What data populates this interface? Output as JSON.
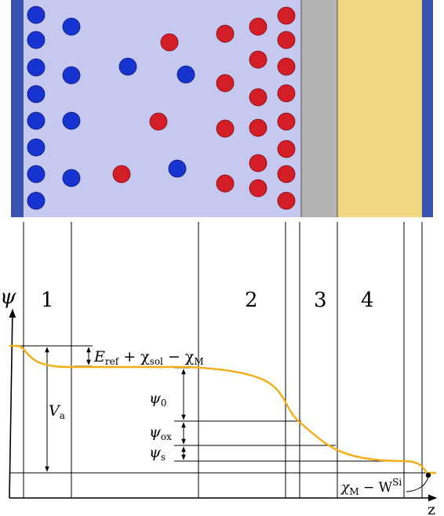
{
  "colors": {
    "electrode": "#3a53b0",
    "electrolyte": "#c6c8ef",
    "oxide": "#b3b3b3",
    "silicon": "#f0d77f",
    "anion": "#1733d0",
    "cation": "#d41e27",
    "potential": "#f3ad18",
    "ink": "#000000"
  },
  "axis": {
    "y_symbol": "ψ",
    "x_symbol": "z"
  },
  "regions": {
    "r1": "1",
    "r2": "2",
    "r3": "3",
    "r4": "4"
  },
  "annotations": {
    "eref_main": "E",
    "eref_sub": "ref",
    "eref_rest1": " + χ",
    "eref_sub2": "sol",
    "eref_rest2": " − χ",
    "eref_sub3": "M",
    "va_main": "V",
    "va_sub": "a",
    "psi0_main": "ψ",
    "psi0_sub": "0",
    "psiox_main": "ψ",
    "psiox_sub": "ox",
    "psis_main": "ψ",
    "psis_sub": "s",
    "chi_main": "χ",
    "chi_sub": "M",
    "chi_rest": " − W",
    "chi_sup": "Si"
  }
}
